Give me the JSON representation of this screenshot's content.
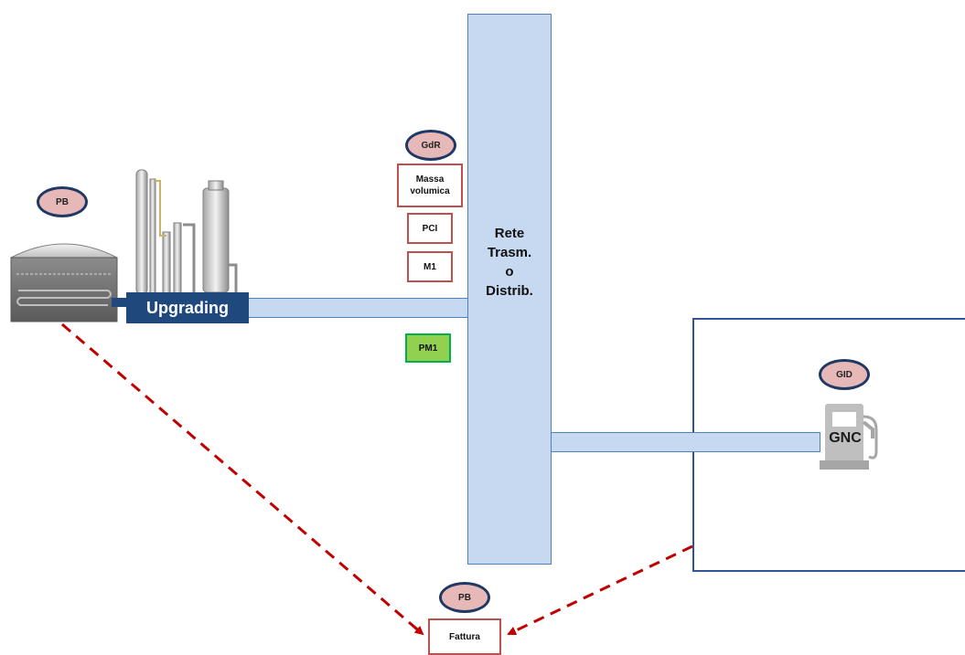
{
  "nodes": {
    "badge_pb_left": "PB",
    "badge_gdr": "GdR",
    "badge_gid": "GID",
    "badge_pb_bottom": "PB",
    "upgrading": "Upgrading",
    "massa_volumica": "Massa\nvolumica",
    "pci": "PCI",
    "m1": "M1",
    "pm1": "PM1",
    "grid": "Rete\nTrasm.\no\nDistrib.",
    "gnc": "GNC",
    "fattura": "Fattura"
  },
  "colors": {
    "pipe_fill": "#c6d9f1",
    "pipe_border": "#4f81bd",
    "badge_fill": "#e6b9b8",
    "badge_border": "#1f3864",
    "box_border": "#c0504d",
    "green_fill": "#92d050",
    "upgrading_fill": "#1f497d",
    "dashed_arrow": "#c00000"
  },
  "icons": {
    "digester": "biogas-digester-icon",
    "upgrading_plant": "upgrading-plant-icon",
    "pump": "fuel-pump-icon"
  }
}
